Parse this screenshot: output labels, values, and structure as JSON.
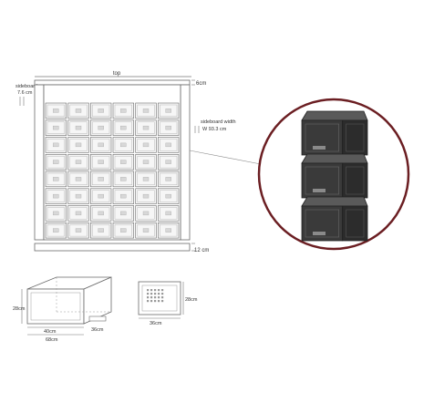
{
  "labels": {
    "top": "top",
    "top_thickness": "6cm",
    "sideboard_line1": "sideboard",
    "sideboard_line2": "7.6 cm",
    "width_line1": "sideboard width",
    "width_line2": "W  93.3 cm",
    "bottom_thickness": "12 cm",
    "box_height": "28cm",
    "box_width_inner": "40cm",
    "box_width_outer": "68cm",
    "box_depth": "36cm",
    "front_height": "28cm",
    "front_width": "36cm"
  },
  "grid": {
    "rows": 8,
    "cols": 6
  },
  "colors": {
    "line": "#6a6a6a",
    "cell_fill": "#f6f6f6",
    "cabinet": "#3a3a3a",
    "cabinet_dark": "#222222",
    "detail_ring": "#6b1e22"
  },
  "callout": {
    "units_shown": 3
  }
}
